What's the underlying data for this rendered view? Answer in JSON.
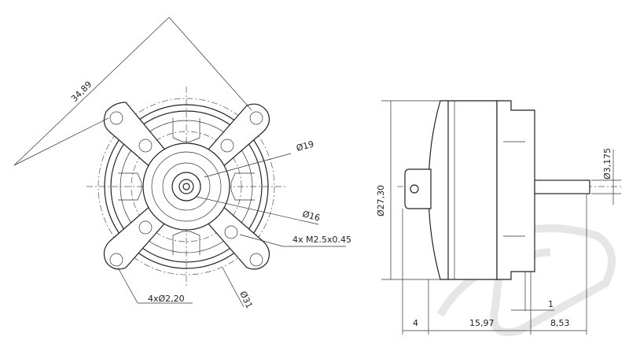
{
  "drawing": {
    "front_view": {
      "diag_dim": "34,89",
      "d19": "Ø19",
      "d16": "Ø16",
      "thread": "4x M2.5x0.45",
      "holes": "4xØ2,20",
      "d31": "Ø31"
    },
    "side_view": {
      "d27": "Ø27,30",
      "shaft": "Ø3,175",
      "d1": "1",
      "d4": "4",
      "d15": "15,97",
      "d8": "8,53"
    }
  }
}
